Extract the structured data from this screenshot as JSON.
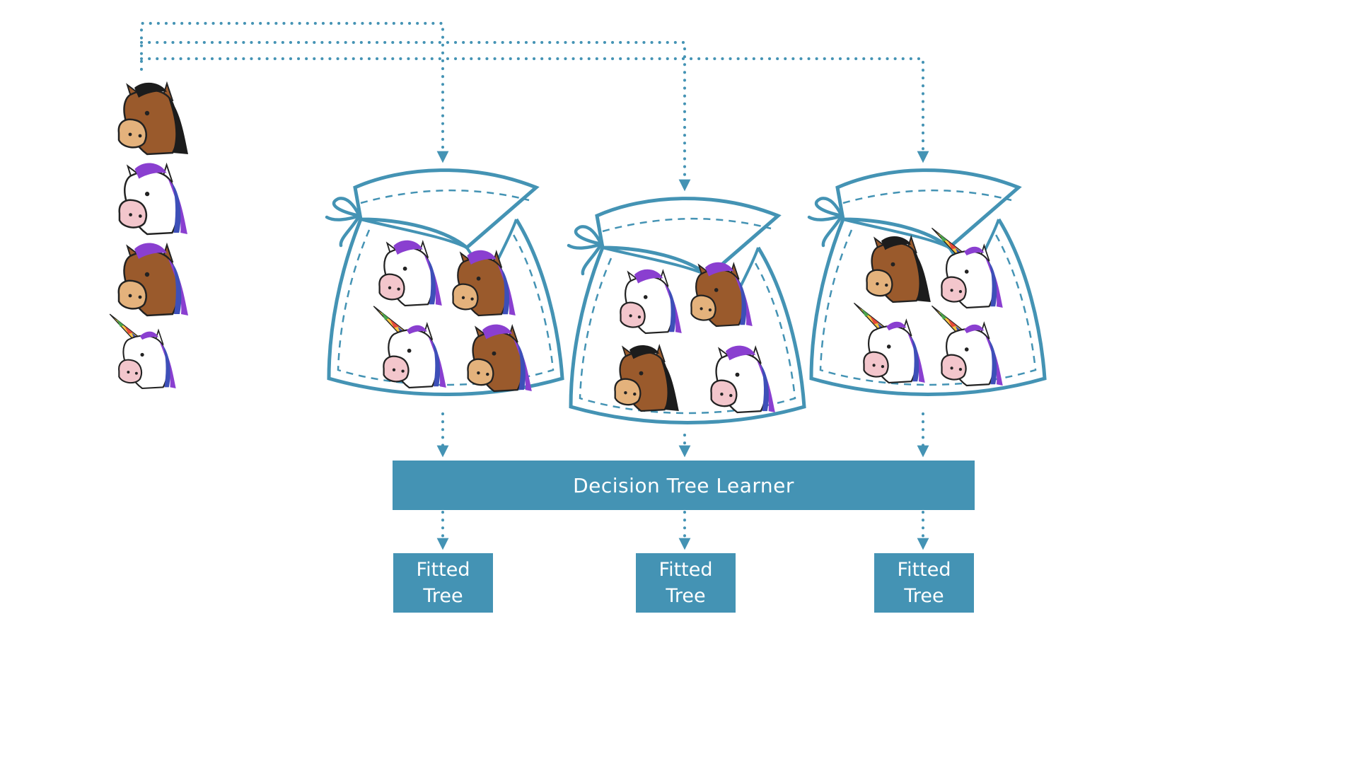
{
  "colors": {
    "accent": "#4493b4",
    "horse_brown": "#9a5a2c",
    "muzzle_tan": "#e4b27c",
    "unicorn_white": "#ffffff",
    "muzzle_pink": "#f3c6cc",
    "mane_purple": "#8a3fd0",
    "mane_blue": "#3d4fb8",
    "mane_black": "#1c1c1c"
  },
  "dataset": {
    "items": [
      "horse-black-mane",
      "unicorn-no-horn",
      "horse-purple-mane",
      "unicorn-rainbow-horn"
    ]
  },
  "bags": [
    {
      "items": [
        "unicorn-no-horn",
        "horse-purple-mane",
        "unicorn-rainbow-horn",
        "horse-purple-mane"
      ]
    },
    {
      "items": [
        "unicorn-no-horn",
        "horse-purple-mane",
        "horse-black-mane",
        "unicorn-no-horn"
      ]
    },
    {
      "items": [
        "horse-black-mane",
        "unicorn-rainbow-horn",
        "unicorn-rainbow-horn",
        "unicorn-rainbow-horn"
      ]
    }
  ],
  "learner": {
    "label": "Decision Tree Learner"
  },
  "fitted_trees": [
    {
      "line1": "Fitted",
      "line2": "Tree"
    },
    {
      "line1": "Fitted",
      "line2": "Tree"
    },
    {
      "line1": "Fitted",
      "line2": "Tree"
    }
  ]
}
